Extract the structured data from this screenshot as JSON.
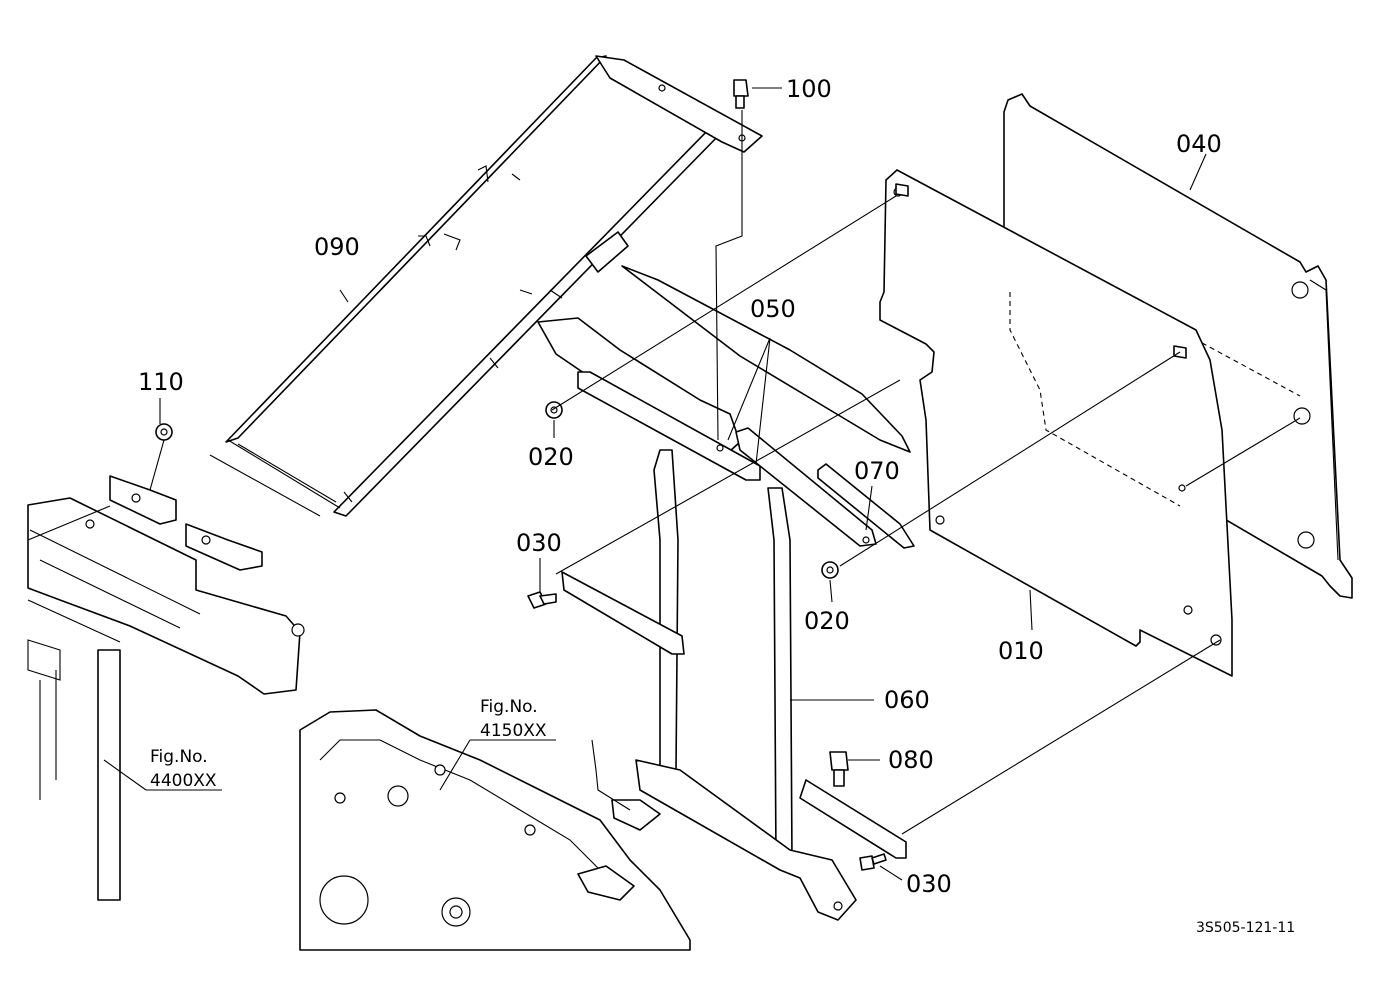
{
  "parts": {
    "p010": "010",
    "p020a": "020",
    "p020b": "020",
    "p030a": "030",
    "p030b": "030",
    "p040": "040",
    "p050": "050",
    "p060": "060",
    "p070": "070",
    "p080": "080",
    "p090": "090",
    "p100": "100",
    "p110": "110"
  },
  "figrefs": {
    "fig_label_a": "Fig.No.",
    "fig_num_a": "4150XX",
    "fig_label_b": "Fig.No.",
    "fig_num_b": "4400XX"
  },
  "drawing_code": "3S505-121-11"
}
